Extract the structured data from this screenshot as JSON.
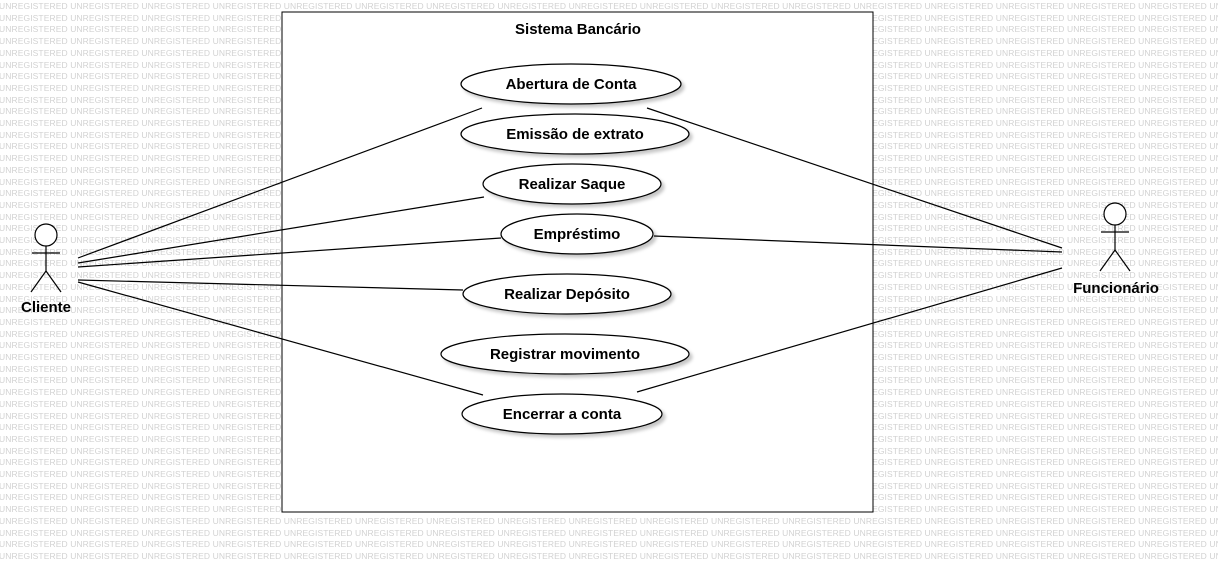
{
  "watermark": {
    "text": "UNREGISTERED"
  },
  "system": {
    "title": "Sistema Bancário"
  },
  "actors": {
    "cliente": {
      "label": "Cliente"
    },
    "funcionario": {
      "label": "Funcionário"
    }
  },
  "use_cases": {
    "abertura": "Abertura de Conta",
    "extrato": "Emissão de extrato",
    "saque": "Realizar Saque",
    "emprestimo": "Empréstimo",
    "deposito": "Realizar Depósito",
    "movimento": "Registrar movimento",
    "encerrar": "Encerrar a conta"
  }
}
